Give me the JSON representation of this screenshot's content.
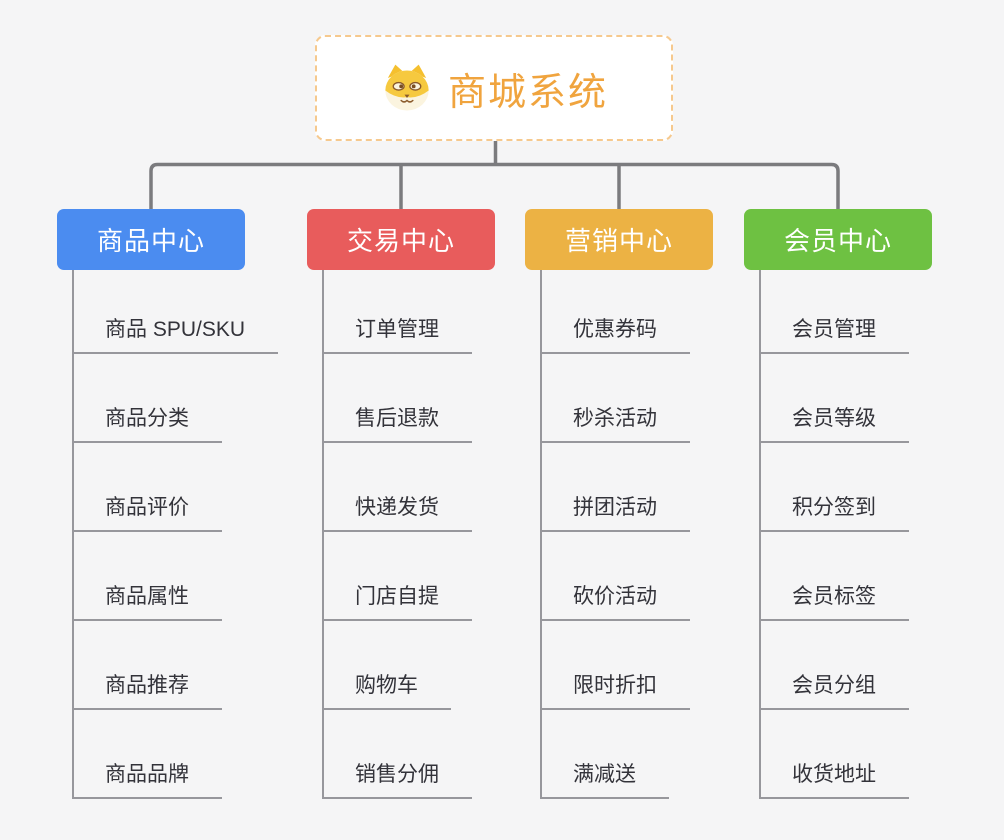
{
  "page": {
    "background_color": "#f5f5f6",
    "connector_color": "#7b7b7e",
    "leaf_line_color": "#97979c",
    "leaf_text_color": "#33333a"
  },
  "root": {
    "label": "商城系统",
    "icon": "dog-face-icon",
    "text_color": "#f0a43e",
    "border_color": "#f6c98e",
    "background_color": "#ffffff"
  },
  "branches": [
    {
      "label": "商品中心",
      "color": "#4b8cf0",
      "items": [
        "商品 SPU/SKU",
        "商品分类",
        "商品评价",
        "商品属性",
        "商品推荐",
        "商品品牌"
      ]
    },
    {
      "label": "交易中心",
      "color": "#e85c5c",
      "items": [
        "订单管理",
        "售后退款",
        "快递发货",
        "门店自提",
        "购物车",
        "销售分佣"
      ]
    },
    {
      "label": "营销中心",
      "color": "#ecb244",
      "items": [
        "优惠券码",
        "秒杀活动",
        "拼团活动",
        "砍价活动",
        "限时折扣",
        "满减送"
      ]
    },
    {
      "label": "会员中心",
      "color": "#6ec142",
      "items": [
        "会员管理",
        "会员等级",
        "积分签到",
        "会员标签",
        "会员分组",
        "收货地址"
      ]
    }
  ]
}
